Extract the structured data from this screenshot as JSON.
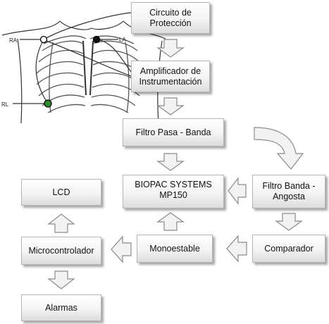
{
  "electrodes": {
    "ra": "RA",
    "la": "LA",
    "rl": "RL"
  },
  "blocks": {
    "circuito": "Circuito de\nProtección",
    "amplificador": "Amplificador de\nInstrumentación",
    "filtro_pasa_banda": "Filtro Pasa - Banda",
    "biopac": "BIOPAC SYSTEMS\nMP150",
    "filtro_banda_angosta": "Filtro Banda -\nAngosta",
    "comparador": "Comparador",
    "monoestable": "Monoestable",
    "microcontrolador": "Microcontrolador",
    "lcd": "LCD",
    "alarmas": "Alarmas"
  },
  "colors": {
    "rl_electrode": "#2e8b2e",
    "la_electrode": "#111111",
    "ra_electrode": "#ffffff",
    "arrow_fill": "#f2f2f2",
    "arrow_stroke": "#8a8a8a"
  }
}
